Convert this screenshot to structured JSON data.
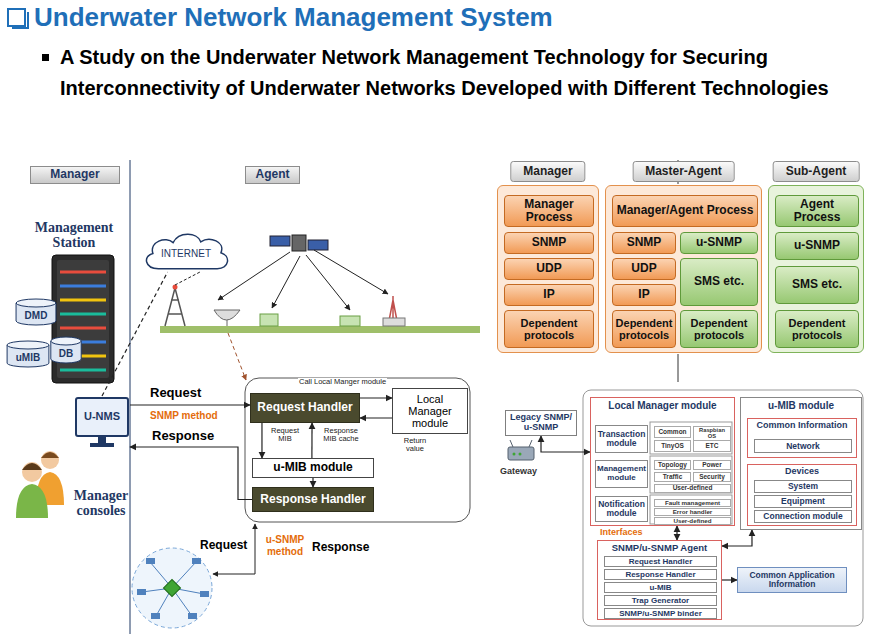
{
  "diagram": {
    "title": "Underwater Network Management System",
    "nodes": [
      {
        "text": [
          "Manager"
        ]
      },
      {
        "text": [
          "Agent"
        ]
      },
      {
        "text": [
          "INTERNET"
        ]
      },
      {
        "text": [
          "DMD"
        ]
      },
      {
        "text": [
          "uMIB"
        ]
      },
      {
        "text": [
          "DB"
        ]
      },
      {
        "text": [
          "U-NMS"
        ]
      },
      {
        "text": [
          "Request Handler"
        ]
      },
      {
        "text": [
          "Local Manager module"
        ]
      },
      {
        "text": [
          "u-MIB module"
        ]
      },
      {
        "text": [
          "Response Handler"
        ]
      },
      {
        "text": [
          "Manager"
        ]
      },
      {
        "text": [
          "Manager Process"
        ],
        "in": 11
      },
      {
        "text": [
          "SNMP"
        ],
        "in": 11
      },
      {
        "text": [
          "UDP"
        ],
        "in": 11
      },
      {
        "text": [
          "IP"
        ],
        "in": 11
      },
      {
        "text": [
          "Dependent protocols"
        ],
        "in": 11
      },
      {
        "text": [
          "Master-Agent"
        ]
      },
      {
        "text": [
          "Manager/Agent Process"
        ],
        "in": 17
      },
      {
        "text": [
          "SNMP"
        ],
        "in": 17
      },
      {
        "text": [
          "u-SNMP"
        ],
        "in": 17
      },
      {
        "text": [
          "UDP"
        ],
        "in": 17
      },
      {
        "text": [
          "SMS etc."
        ],
        "in": 17
      },
      {
        "text": [
          "IP"
        ],
        "in": 17
      },
      {
        "text": [
          "Dependent protocols"
        ],
        "in": 17
      },
      {
        "text": [
          "Dependent protocols"
        ],
        "in": 17
      },
      {
        "text": [
          "Sub-Agent"
        ]
      },
      {
        "text": [
          "Agent Process"
        ],
        "in": 26
      },
      {
        "text": [
          "u-SNMP"
        ],
        "in": 26
      },
      {
        "text": [
          "SMS etc."
        ],
        "in": 26
      },
      {
        "text": [
          "Dependent protocols"
        ],
        "in": 26
      },
      {
        "text": [
          "Legacy SNMP/ u-SNMP"
        ]
      },
      {
        "text": [
          "Local Manager module"
        ]
      },
      {
        "text": [
          "Transaction module"
        ],
        "in": 32
      },
      {
        "text": [
          "Common"
        ],
        "in": 32
      },
      {
        "text": [
          "Raspbian OS"
        ],
        "in": 32
      },
      {
        "text": [
          "TinyOS"
        ],
        "in": 32
      },
      {
        "text": [
          "ETC"
        ],
        "in": 32
      },
      {
        "text": [
          "Management module"
        ],
        "in": 32
      },
      {
        "text": [
          "Topology"
        ],
        "in": 32
      },
      {
        "text": [
          "Power"
        ],
        "in": 32
      },
      {
        "text": [
          "Traffic"
        ],
        "in": 32
      },
      {
        "text": [
          "Security"
        ],
        "in": 32
      },
      {
        "text": [
          "User-defined"
        ],
        "in": 32
      },
      {
        "text": [
          "Notification module"
        ],
        "in": 32
      },
      {
        "text": [
          "Fault management"
        ],
        "in": 32
      },
      {
        "text": [
          "Error handler"
        ],
        "in": 32
      },
      {
        "text": [
          "User-defined"
        ],
        "in": 32
      },
      {
        "text": [
          "u-MIB module"
        ]
      },
      {
        "text": [
          "Common Information"
        ],
        "in": 48
      },
      {
        "text": [
          "Network"
        ],
        "in": 49
      },
      {
        "text": [
          "Devices"
        ],
        "in": 48
      },
      {
        "text": [
          "System"
        ],
        "in": 51
      },
      {
        "text": [
          "Equipment"
        ],
        "in": 51
      },
      {
        "text": [
          "Connection module"
        ],
        "in": 51
      },
      {
        "text": [
          "SNMP/u-SNMP Agent"
        ]
      },
      {
        "text": [
          "Request Handler"
        ],
        "in": 55
      },
      {
        "text": [
          "Response Handler"
        ],
        "in": 55
      },
      {
        "text": [
          "u-MIB"
        ],
        "in": 55
      },
      {
        "text": [
          "Trap Generator"
        ],
        "in": 55
      },
      {
        "text": [
          "SNMP/u-SNMP binder"
        ],
        "in": 55
      },
      {
        "text": [
          "Common Application Information"
        ]
      }
    ],
    "edges": [
      {
        "from": 6,
        "to": 7,
        "arrow": "to",
        "label": "Request"
      },
      {
        "from": 10,
        "to": 6,
        "arrow": "to",
        "label": "Response"
      },
      {
        "from": 7,
        "to": 8,
        "arrow": "to",
        "label": "Call Local Manger module"
      },
      {
        "from": 8,
        "to": 7,
        "arrow": "to",
        "label": "Return value"
      },
      {
        "from": 7,
        "to": 9,
        "arrow": "to",
        "label": "Request MIB"
      },
      {
        "from": 9,
        "to": 7,
        "arrow": "to",
        "label": "Response MIB cache"
      },
      {
        "from": 9,
        "to": 10,
        "arrow": "to"
      },
      {
        "from": 6,
        "to": 2,
        "arrow": "none"
      },
      {
        "from": 31,
        "to": 32,
        "arrow": "both"
      },
      {
        "from": 32,
        "to": 55,
        "arrow": "both"
      },
      {
        "from": 48,
        "to": 55,
        "arrow": "both"
      },
      {
        "from": 55,
        "to": 61,
        "arrow": "to"
      }
    ],
    "labels": [
      "A Study on the Underwater Network Management Technology for Securing Interconnectivity of Underwater Networks Developed with Different Technologies",
      "Management Station",
      "Manager consoles",
      "SNMP method",
      "Request",
      "u-SNMP method",
      "Response",
      "Gateway",
      "Interfaces"
    ]
  }
}
